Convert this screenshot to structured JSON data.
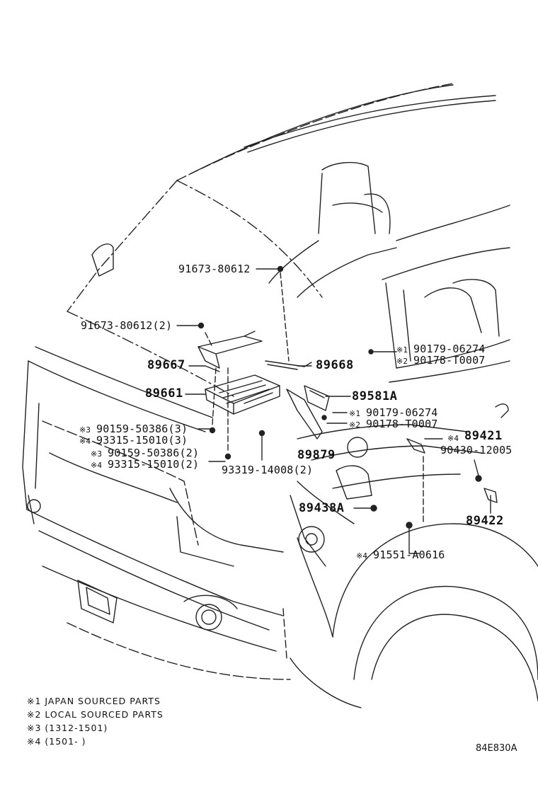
{
  "callouts": {
    "c1": "91673-80612",
    "c2": "91673-80612(2)",
    "c3": "89667",
    "c4": "89668",
    "c5": "90179-06274",
    "c6": "90178-T0007",
    "c7": "89661",
    "c8": "89581A",
    "c9": "90179-06274",
    "c10": "90178-T0007",
    "c11": "90159-50386(3)",
    "c12": "93315-15010(3)",
    "c13": "89879",
    "c14": "89421",
    "c15": "90430-12005",
    "c16": "90159-50386(2)",
    "c17": "93315-15010(2)",
    "c18": "93319-14008(2)",
    "c19": "89438A",
    "c20": "89422",
    "c21": "91551-A0616"
  },
  "marks": {
    "m1": "※1",
    "m2": "※2",
    "m3": "※3",
    "m4": "※4"
  },
  "legend": {
    "n1": "※1 JAPAN SOURCED PARTS",
    "n2": "※2 LOCAL SOURCED PARTS",
    "n3": "※3 (1312-1501)",
    "n4": "※4 (1501-      )"
  },
  "diagram_code": "84E830A"
}
